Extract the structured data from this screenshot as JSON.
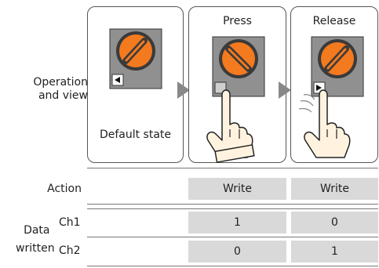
{
  "rows": {
    "operation_label": [
      "Operation",
      "and view"
    ],
    "action_label": "Action",
    "data_label": [
      "Data",
      "written"
    ],
    "ch1_label": "Ch1",
    "ch2_label": "Ch2"
  },
  "panels": [
    {
      "title": "",
      "caption": "Default state"
    },
    {
      "title": "Press",
      "caption": ""
    },
    {
      "title": "Release",
      "caption": ""
    }
  ],
  "actions": [
    "Write",
    "Write"
  ],
  "data_written": {
    "ch1": [
      "1",
      "0"
    ],
    "ch2": [
      "0",
      "1"
    ]
  },
  "colors": {
    "knob_orange": "#f47a1f",
    "knob_dark": "#3a3a3a",
    "switch_plate": "#909090",
    "cell_gray": "#d9d9d9",
    "arrow_gray": "#888888",
    "hand_fill": "#fff3e0"
  }
}
